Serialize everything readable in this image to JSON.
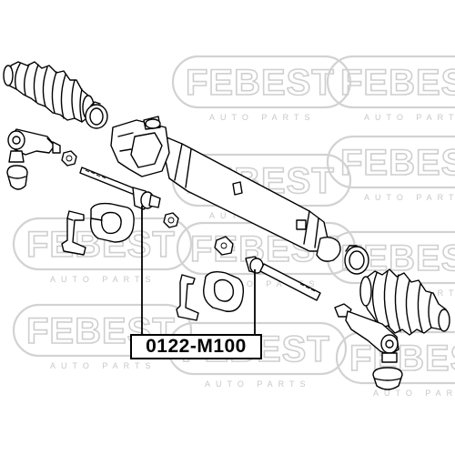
{
  "watermark": {
    "brand": "FEBEST",
    "tagline": "AUTO PARTS"
  },
  "diagram": {
    "part_number": "0122-M100"
  },
  "colors": {
    "ink": "#000000",
    "watermark": "#d0d0d0",
    "background": "#ffffff"
  }
}
